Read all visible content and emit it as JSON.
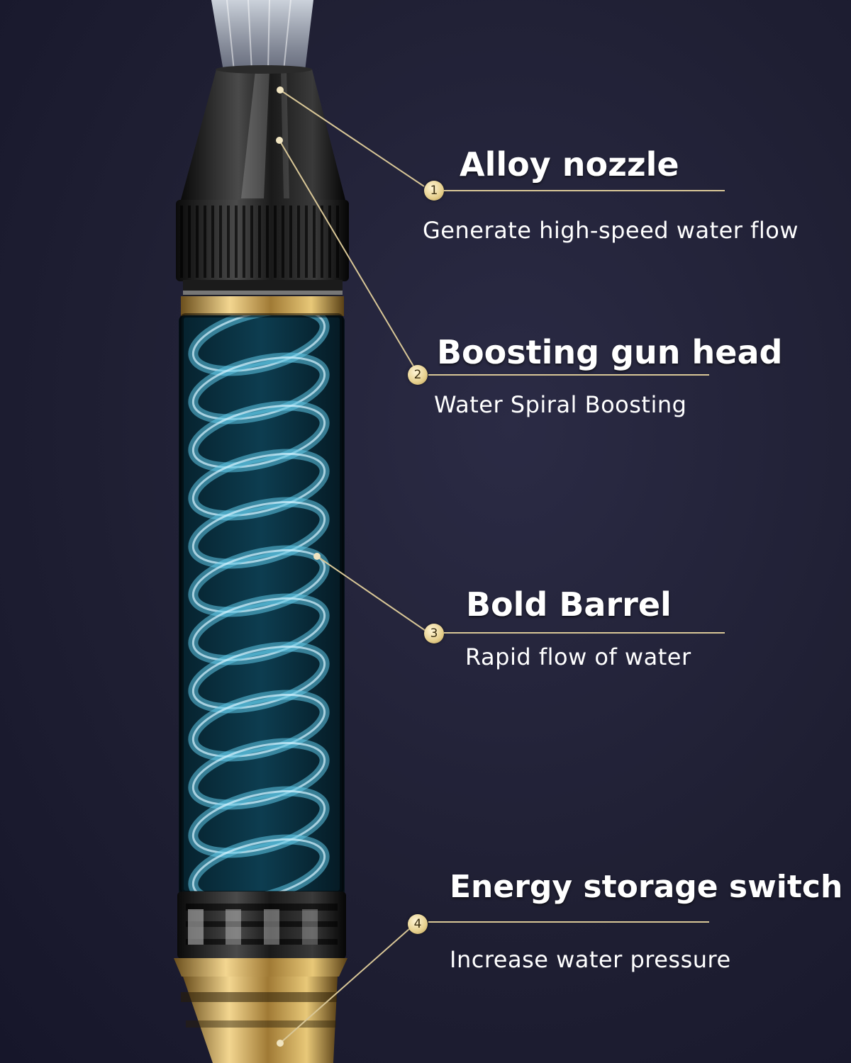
{
  "callouts": [
    {
      "number": "1",
      "title": "Alloy nozzle",
      "description": "Generate high-speed water flow"
    },
    {
      "number": "2",
      "title": "Boosting gun head",
      "description": "Water Spiral Boosting"
    },
    {
      "number": "3",
      "title": "Bold Barrel",
      "description": "Rapid flow of water"
    },
    {
      "number": "4",
      "title": "Energy storage switch",
      "description": "Increase water pressure"
    }
  ],
  "colors": {
    "background": "#1f1f33",
    "accent_gold": "#d9c797",
    "water_blue": "#5fc6e6",
    "text": "#ffffff"
  }
}
